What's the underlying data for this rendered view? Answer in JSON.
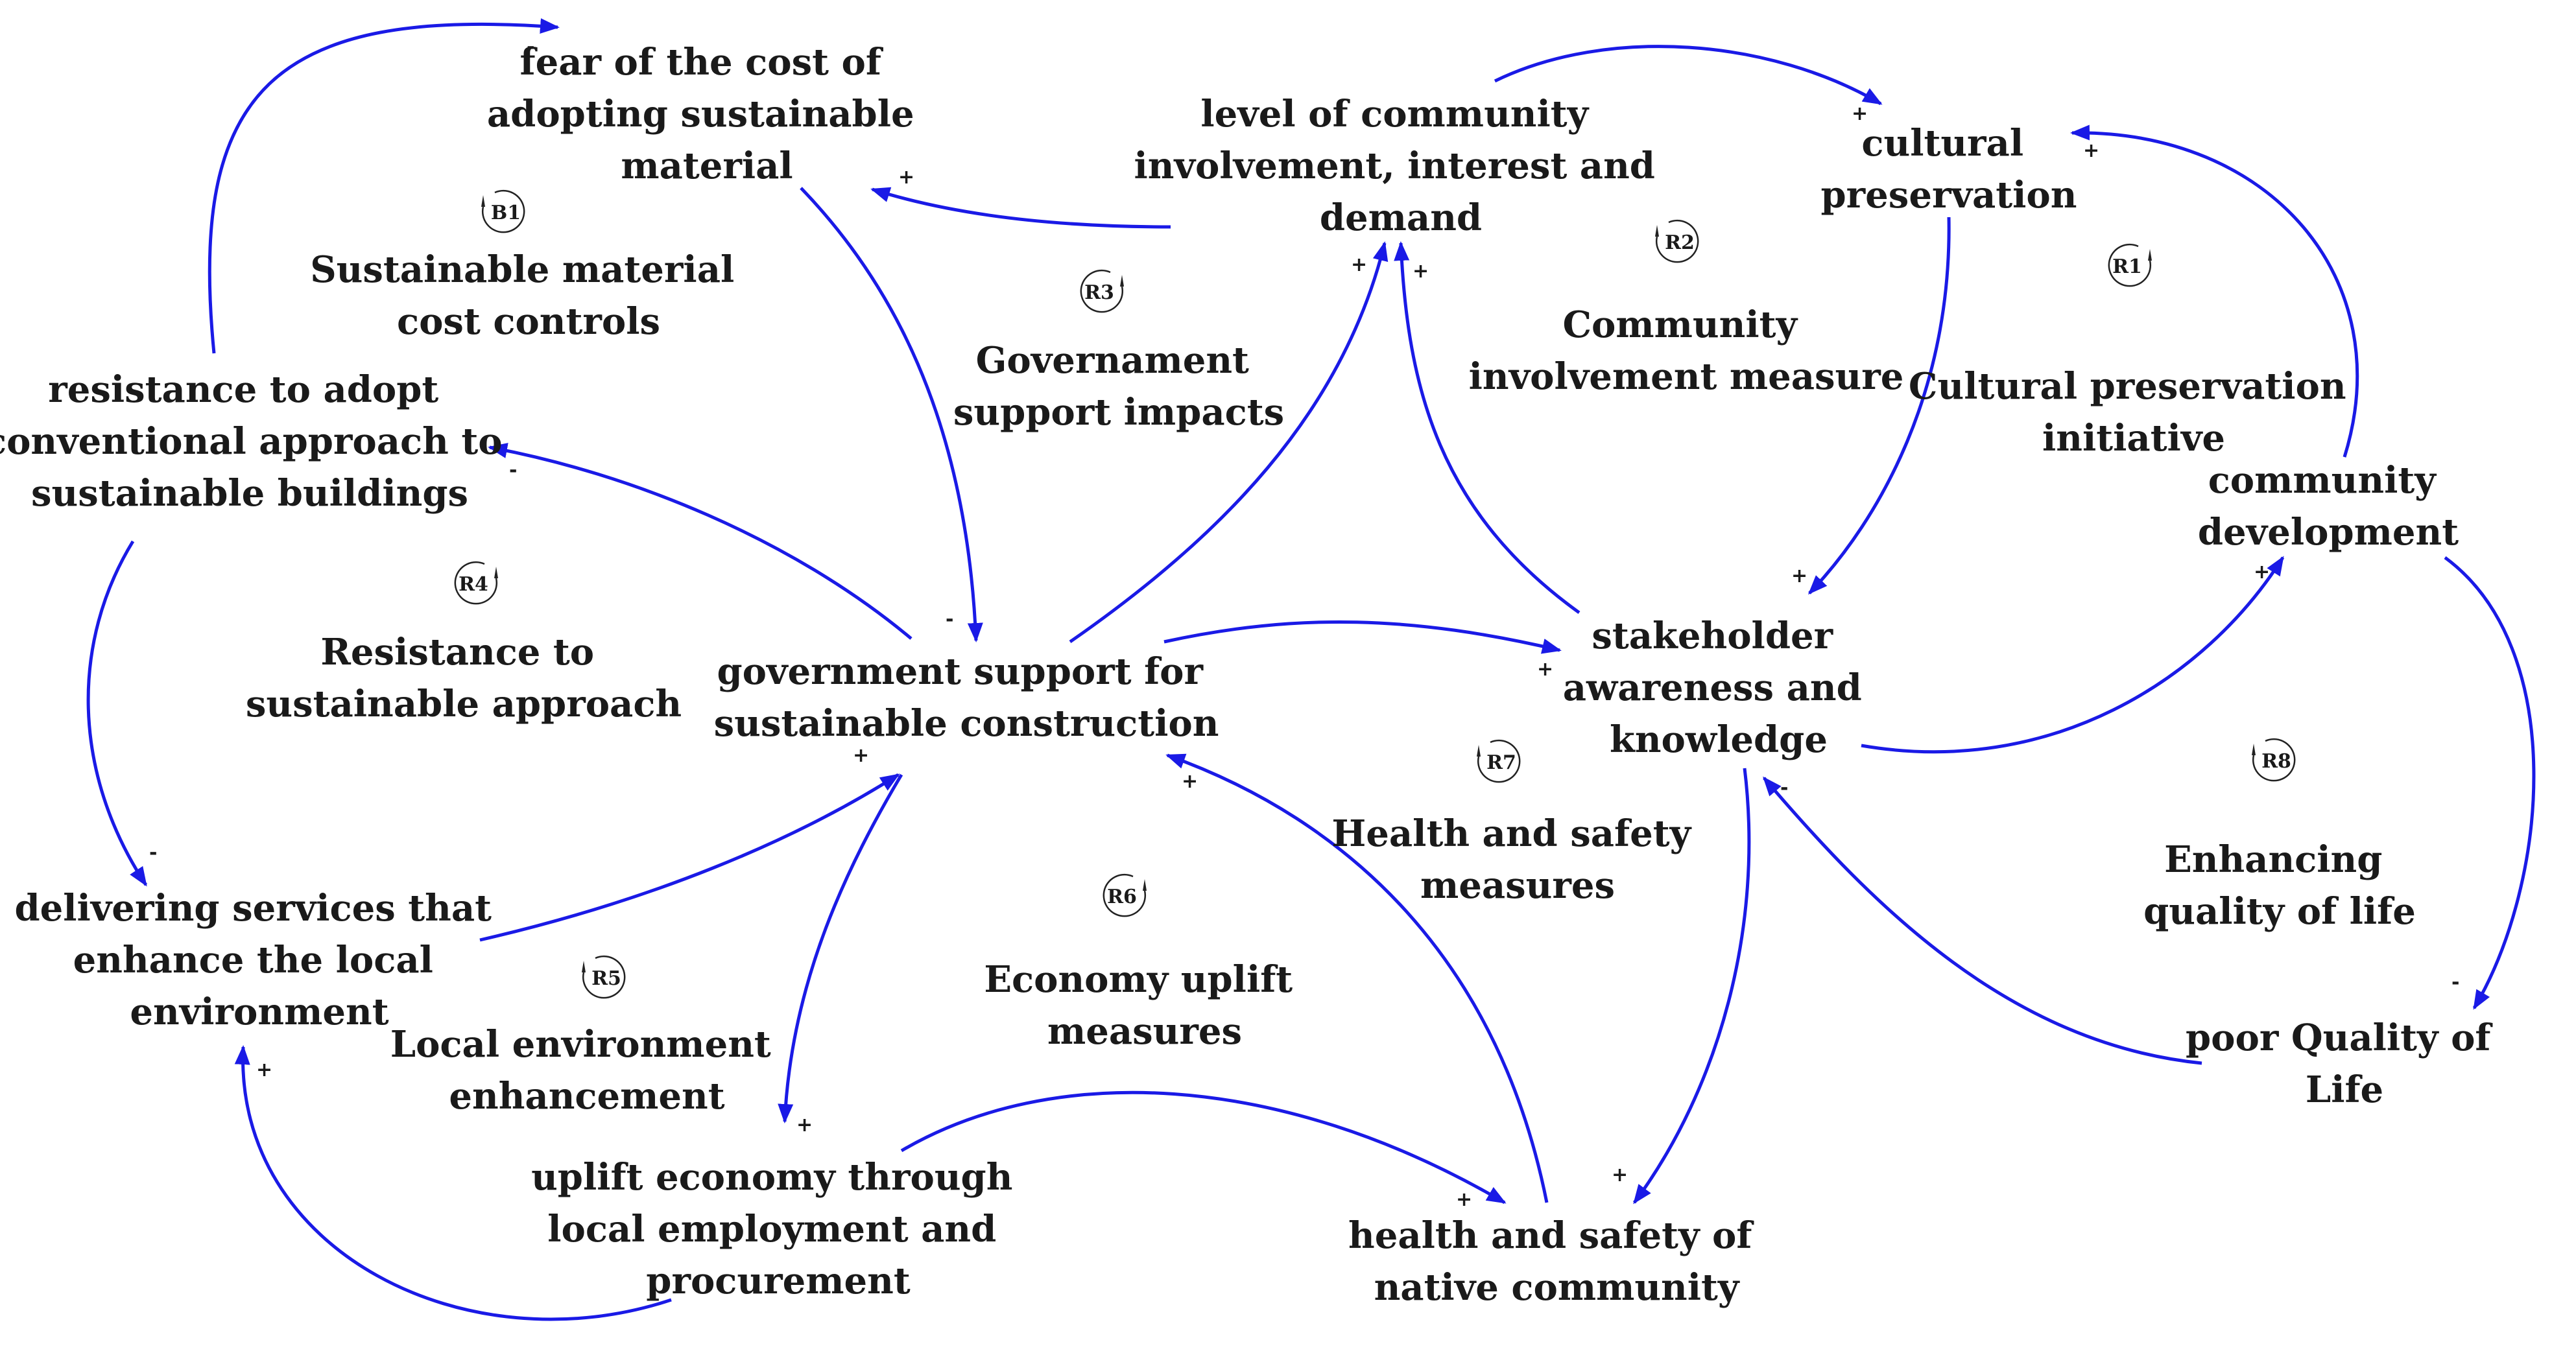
{
  "colors": {
    "link": "#1a1ae6",
    "text": "#1a1a1a"
  },
  "variables": {
    "fear_cost": [
      "fear of the cost of",
      "adopting sustainable",
      "material"
    ],
    "community_involvement": [
      "level of community",
      "involvement, interest and",
      "demand"
    ],
    "cultural_preservation": [
      "cultural",
      "preservation"
    ],
    "resistance": [
      "resistance to adopt",
      "conventional approach to",
      "sustainable buildings"
    ],
    "government_support": [
      "government support for",
      "sustainable construction"
    ],
    "stakeholder_awareness": [
      "stakeholder",
      "awareness and",
      "knowledge"
    ],
    "community_development": [
      "community",
      "development"
    ],
    "delivering_services": [
      "delivering services that",
      "enhance the local",
      "environment"
    ],
    "uplift_economy": [
      "uplift economy through",
      "local employment and",
      "procurement"
    ],
    "health_safety": [
      "health and safety of",
      "native community"
    ],
    "poor_quality": [
      "poor Quality of",
      "Life"
    ]
  },
  "loops": [
    {
      "id": "B1",
      "label": [
        "Sustainable material",
        "cost controls"
      ]
    },
    {
      "id": "R2",
      "label": [
        "Community",
        "involvement measure"
      ]
    },
    {
      "id": "R1",
      "label": [
        "Cultural preservation",
        "initiative"
      ]
    },
    {
      "id": "R3",
      "label": [
        "Governament",
        "support impacts"
      ]
    },
    {
      "id": "R4",
      "label": [
        "Resistance to",
        "sustainable approach"
      ]
    },
    {
      "id": "R7",
      "label": [
        "Health and safety",
        "measures"
      ]
    },
    {
      "id": "R8",
      "label": [
        "Enhancing",
        "quality of life"
      ]
    },
    {
      "id": "R6",
      "label": [
        "Economy uplift",
        "measures"
      ]
    },
    {
      "id": "R5",
      "label": [
        "Local environment",
        "enhancement"
      ]
    }
  ],
  "polarities": {
    "fear_cost_in": "-",
    "fear_to_gov": "-",
    "involvement_to_fear": "+",
    "involvement_to_cultural": "+",
    "community_to_cultural": "+",
    "gov_to_involvement": "+",
    "stakeholder_to_involvement": "+",
    "gov_to_resistance": "-",
    "cultural_to_stakeholder": "+",
    "stakeholder_to_community": "+",
    "gov_to_stakeholder": "+",
    "resistance_to_delivering": "-",
    "delivering_to_gov": "+",
    "health_to_gov": "+",
    "poor_to_stakeholder": "-",
    "community_to_poor": "-",
    "gov_to_uplift": "+",
    "uplift_to_health": "+",
    "stakeholder_to_health": "+",
    "uplift_to_delivering": "+"
  }
}
